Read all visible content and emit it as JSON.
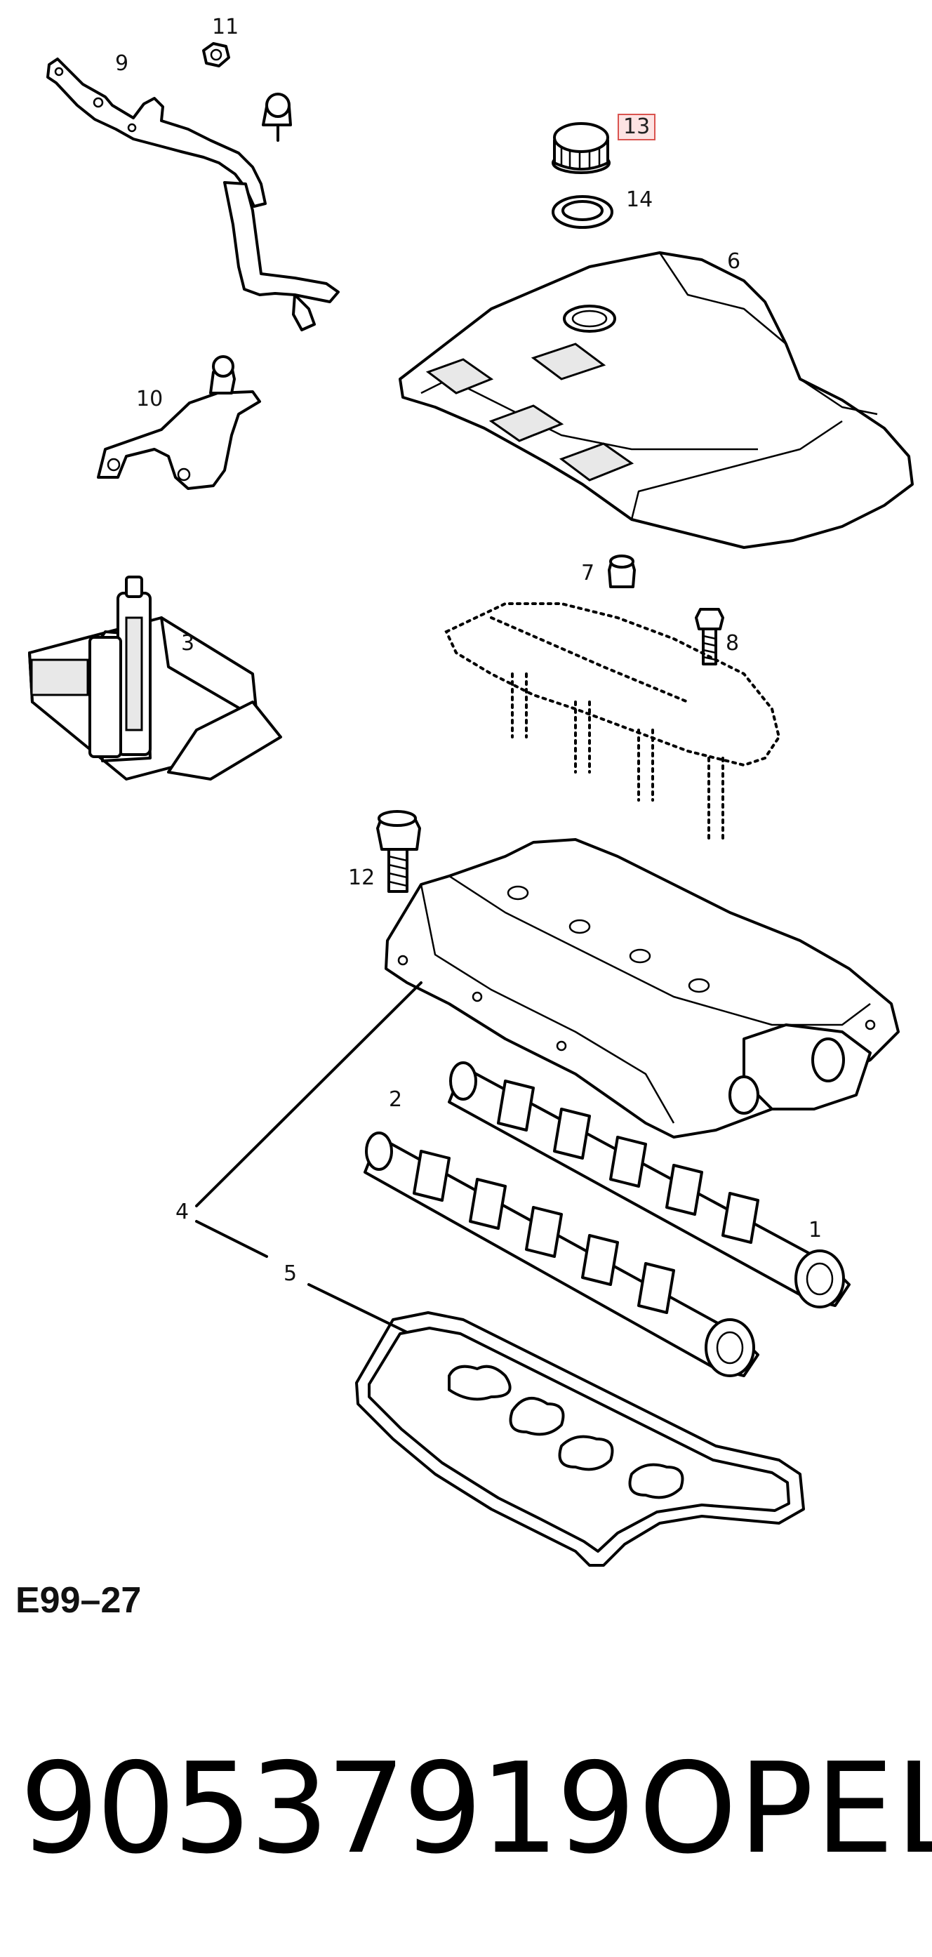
{
  "diagram": {
    "callouts": [
      {
        "id": "1",
        "label": "1"
      },
      {
        "id": "2",
        "label": "2"
      },
      {
        "id": "3",
        "label": "3"
      },
      {
        "id": "4",
        "label": "4"
      },
      {
        "id": "5",
        "label": "5"
      },
      {
        "id": "6",
        "label": "6"
      },
      {
        "id": "7",
        "label": "7"
      },
      {
        "id": "8",
        "label": "8"
      },
      {
        "id": "9",
        "label": "9"
      },
      {
        "id": "10",
        "label": "10"
      },
      {
        "id": "11",
        "label": "11"
      },
      {
        "id": "12",
        "label": "12"
      },
      {
        "id": "13",
        "label": "13",
        "highlighted": true
      },
      {
        "id": "14",
        "label": "14"
      }
    ],
    "highlight_color": "#d9534f",
    "code": "E99–27"
  },
  "footer": {
    "part_number": "90537919",
    "brand": "OPEL"
  }
}
